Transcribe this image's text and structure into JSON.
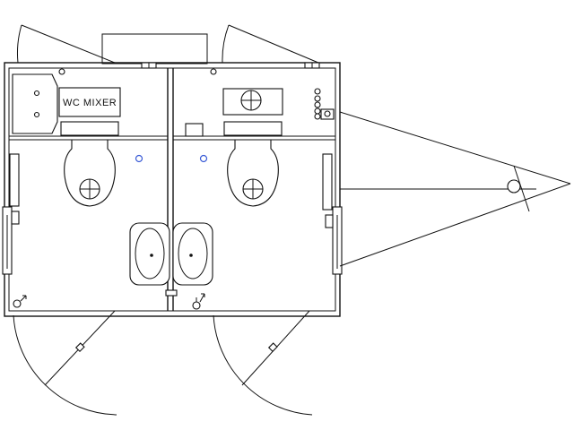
{
  "diagram": {
    "labels": {
      "mixer": "WC MIXER"
    },
    "colors": {
      "lines": "#111111",
      "sensor_marker": "#3a5bd6",
      "background": "#ffffff"
    },
    "rooms": [
      {
        "fixtures": [
          "toilet",
          "hand-basin",
          "wc-mixer-cabinet",
          "wall-panel"
        ]
      },
      {
        "fixtures": [
          "toilet",
          "hand-basin",
          "vanity-basin",
          "soap-dispenser"
        ]
      }
    ]
  }
}
